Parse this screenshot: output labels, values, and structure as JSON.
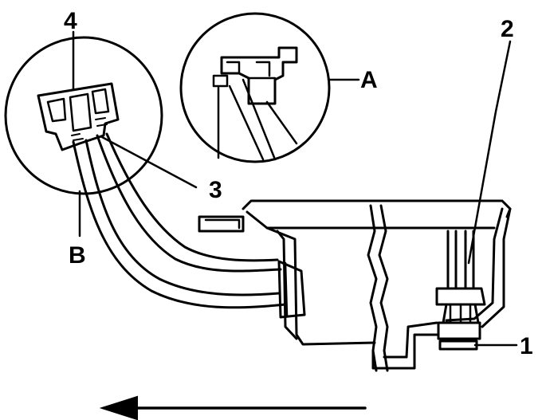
{
  "callouts": {
    "c1": "1",
    "c2": "2",
    "c3": "3",
    "c4": "4",
    "cA": "A",
    "cB": "B"
  },
  "colors": {
    "ink": "#000000",
    "background": "#ffffff"
  }
}
